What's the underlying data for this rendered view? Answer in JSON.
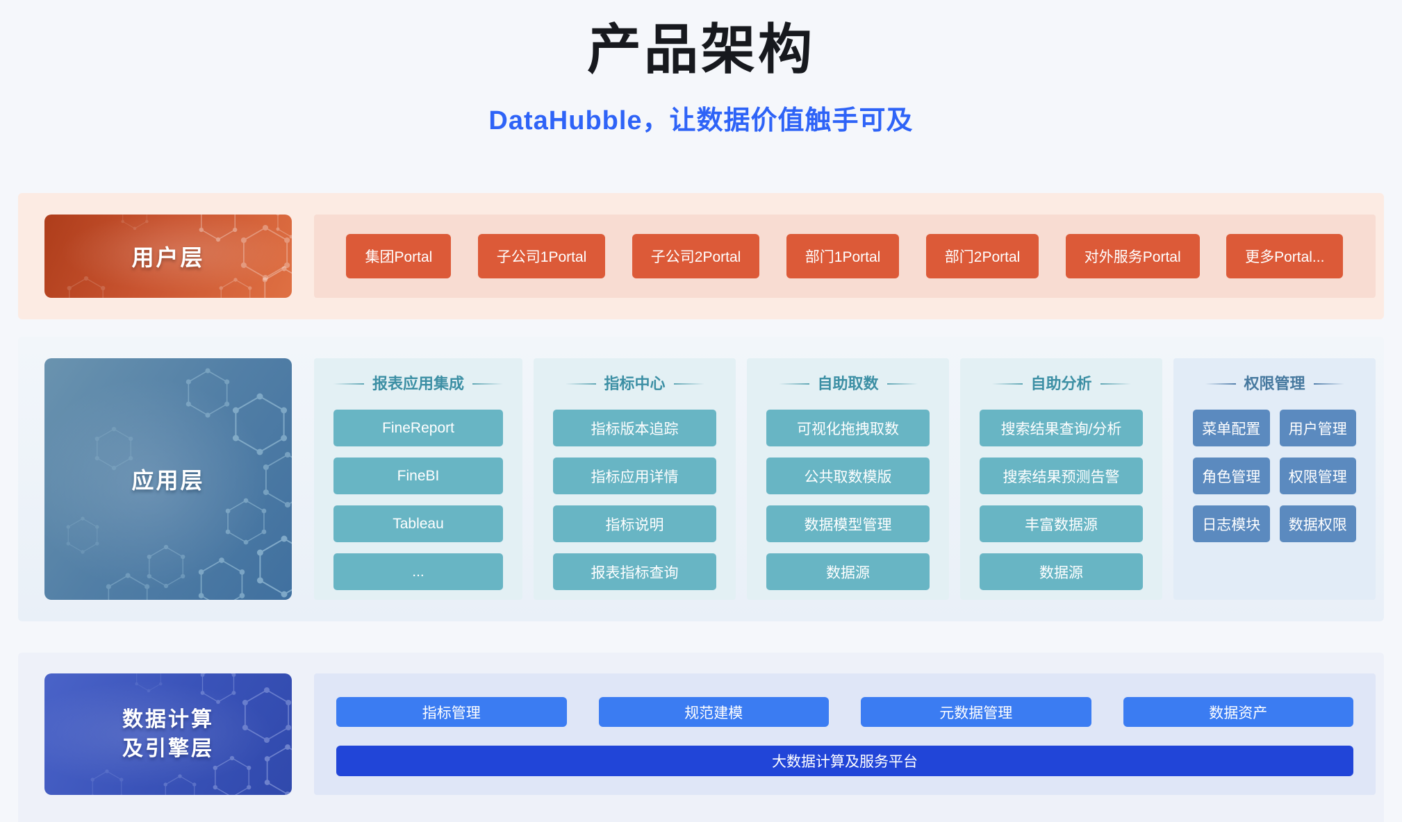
{
  "page": {
    "title": "产品架构",
    "subtitle": "DataHubble，让数据价值触手可及"
  },
  "colors": {
    "page_bg": "#f5f7fb",
    "subtitle_blue": "#2e63f7",
    "user_band": "#fcebe3",
    "user_strip": "#f8dcd2",
    "portal_button": "#dc5a38",
    "app_band": "#edf2f9",
    "panel_teal_bg": "#e3f0f4",
    "panel_blue_bg": "#e2ecf7",
    "teal_button": "#68b5c4",
    "perm_button": "#5b8abf",
    "engine_band": "#eef1f9",
    "engine_panel": "#dfe6f7",
    "engine_button": "#3b7cf2",
    "platform_bar": "#2145d8"
  },
  "user_layer": {
    "label": "用户层",
    "portals": [
      "集团Portal",
      "子公司1Portal",
      "子公司2Portal",
      "部门1Portal",
      "部门2Portal",
      "对外服务Portal",
      "更多Portal..."
    ]
  },
  "app_layer": {
    "label": "应用层",
    "panels": [
      {
        "title": "报表应用集成",
        "items": [
          "FineReport",
          "FineBI",
          "Tableau",
          "..."
        ]
      },
      {
        "title": "指标中心",
        "items": [
          "指标版本追踪",
          "指标应用详情",
          "指标说明",
          "报表指标查询"
        ]
      },
      {
        "title": "自助取数",
        "items": [
          "可视化拖拽取数",
          "公共取数模版",
          "数据模型管理",
          "数据源"
        ]
      },
      {
        "title": "自助分析",
        "items": [
          "搜索结果查询/分析",
          "搜索结果预测告警",
          "丰富数据源",
          "数据源"
        ]
      },
      {
        "title": "权限管理",
        "items": [
          "菜单配置",
          "用户管理",
          "角色管理",
          "权限管理",
          "日志模块",
          "数据权限"
        ]
      }
    ]
  },
  "engine_layer": {
    "label_line1": "数据计算",
    "label_line2": "及引擎层",
    "items": [
      "指标管理",
      "规范建模",
      "元数据管理",
      "数据资产"
    ],
    "platform": "大数据计算及服务平台"
  }
}
